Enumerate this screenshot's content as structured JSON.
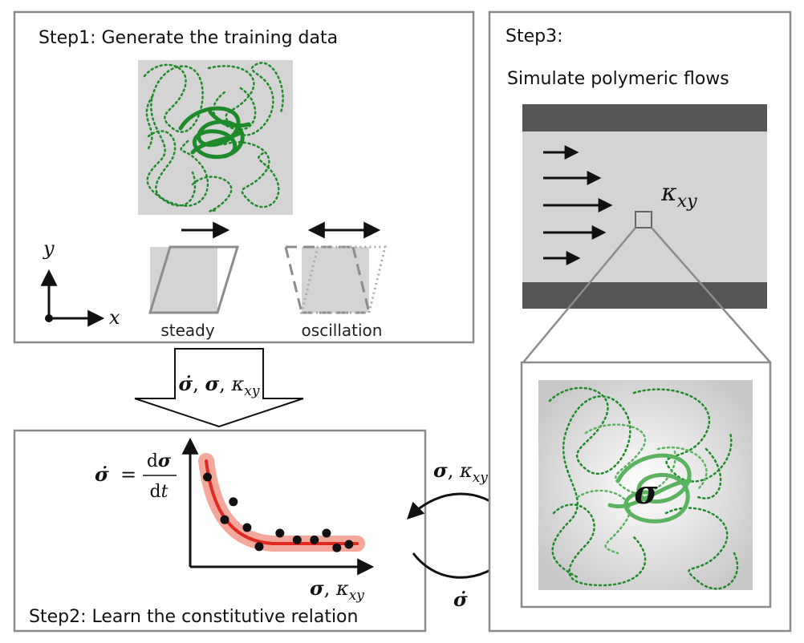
{
  "step1": {
    "title": "Step1: Generate the training data",
    "caption_steady": "steady",
    "caption_oscillation": "oscillation",
    "axis_y": "y",
    "axis_x": "x"
  },
  "arrow_down": {
    "label_parts": [
      "σ̇",
      ", ",
      "σ",
      ", ",
      "κ",
      "xy"
    ]
  },
  "step2": {
    "title": "Step2: Learn the constitutive relation",
    "equation": {
      "lhs": "σ̇",
      "eq": "=",
      "numerator": "dσ",
      "denominator": "dt"
    },
    "xlabel_parts": [
      "σ",
      ", ",
      "κ",
      "xy"
    ]
  },
  "exchange": {
    "to_step2_label_parts": [
      "σ",
      ", ",
      "κ",
      "xy"
    ],
    "to_step3_label": "σ̇"
  },
  "step3": {
    "title_line1": "Step3:",
    "title_line2": "Simulate polymeric flows",
    "kappa_label_parts": [
      "κ",
      "xy"
    ],
    "sigma_label": "σ"
  },
  "colors": {
    "frame": "#8c8c8c",
    "panel_gray": "#d4d4d4",
    "plate": "#555555",
    "polymer_dark": "#1f8a2a",
    "polymer_light": "#5cb35f",
    "curve": "#e02a1f",
    "band": "#f4a89c"
  },
  "chart_data": {
    "type": "scatter",
    "title": "",
    "xlabel": "σ, κxy",
    "ylabel": "σ̇",
    "points_normalized": [
      [
        0.1,
        0.8
      ],
      [
        0.25,
        0.58
      ],
      [
        0.2,
        0.42
      ],
      [
        0.33,
        0.35
      ],
      [
        0.4,
        0.18
      ],
      [
        0.52,
        0.3
      ],
      [
        0.62,
        0.24
      ],
      [
        0.72,
        0.24
      ],
      [
        0.79,
        0.3
      ],
      [
        0.85,
        0.17
      ],
      [
        0.92,
        0.2
      ]
    ],
    "fit": "decaying curve with uncertainty band"
  }
}
